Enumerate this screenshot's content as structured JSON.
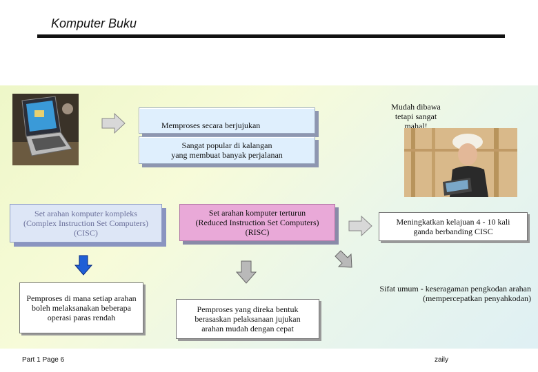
{
  "header": {
    "title": "Komputer Buku"
  },
  "boxes": {
    "process": "Memproses secara berjujukan",
    "popular_line1": "Sangat popular di kalangan",
    "popular_line2": "yang membuat banyak perjalanan",
    "portable_line1": "Mudah dibawa",
    "portable_line2": "tetapi sangat",
    "portable_line3": "mahal!",
    "cisc_line1": "Set arahan komputer kompleks",
    "cisc_line2": "(Complex Instruction Set Computers)",
    "cisc_line3": "(CISC)",
    "risc_line1": "Set arahan komputer terturun",
    "risc_line2": "(Reduced Instruction Set Computers)",
    "risc_line3": "(RISC)",
    "speed_line1": "Meningkatkan kelajuan 4 - 10 kali",
    "speed_line2": "ganda berbanding CISC",
    "cisc_proc_line1": "Pemproses di mana setiap arahan",
    "cisc_proc_line2": "boleh melaksanakan beberapa",
    "cisc_proc_line3": "operasi paras rendah",
    "risc_proc_line1": "Pemproses yang direka bentuk",
    "risc_proc_line2": "berasaskan pelaksanaan jujukan",
    "risc_proc_line3": "arahan mudah dengan cepat",
    "general_line1": "Sifat umum -  keseragaman pengkodan arahan",
    "general_line2": "(mempercepatkan penyahkodan)"
  },
  "footer": {
    "left": "Part 1 Page 6",
    "right": "zaily"
  },
  "colors": {
    "panel": "#eef7c8",
    "risc": "#e9a9d8",
    "cisc": "#dde6f6",
    "arrow_blue": "#1f5fd6",
    "arrow_gray": "#9a9a9a"
  }
}
